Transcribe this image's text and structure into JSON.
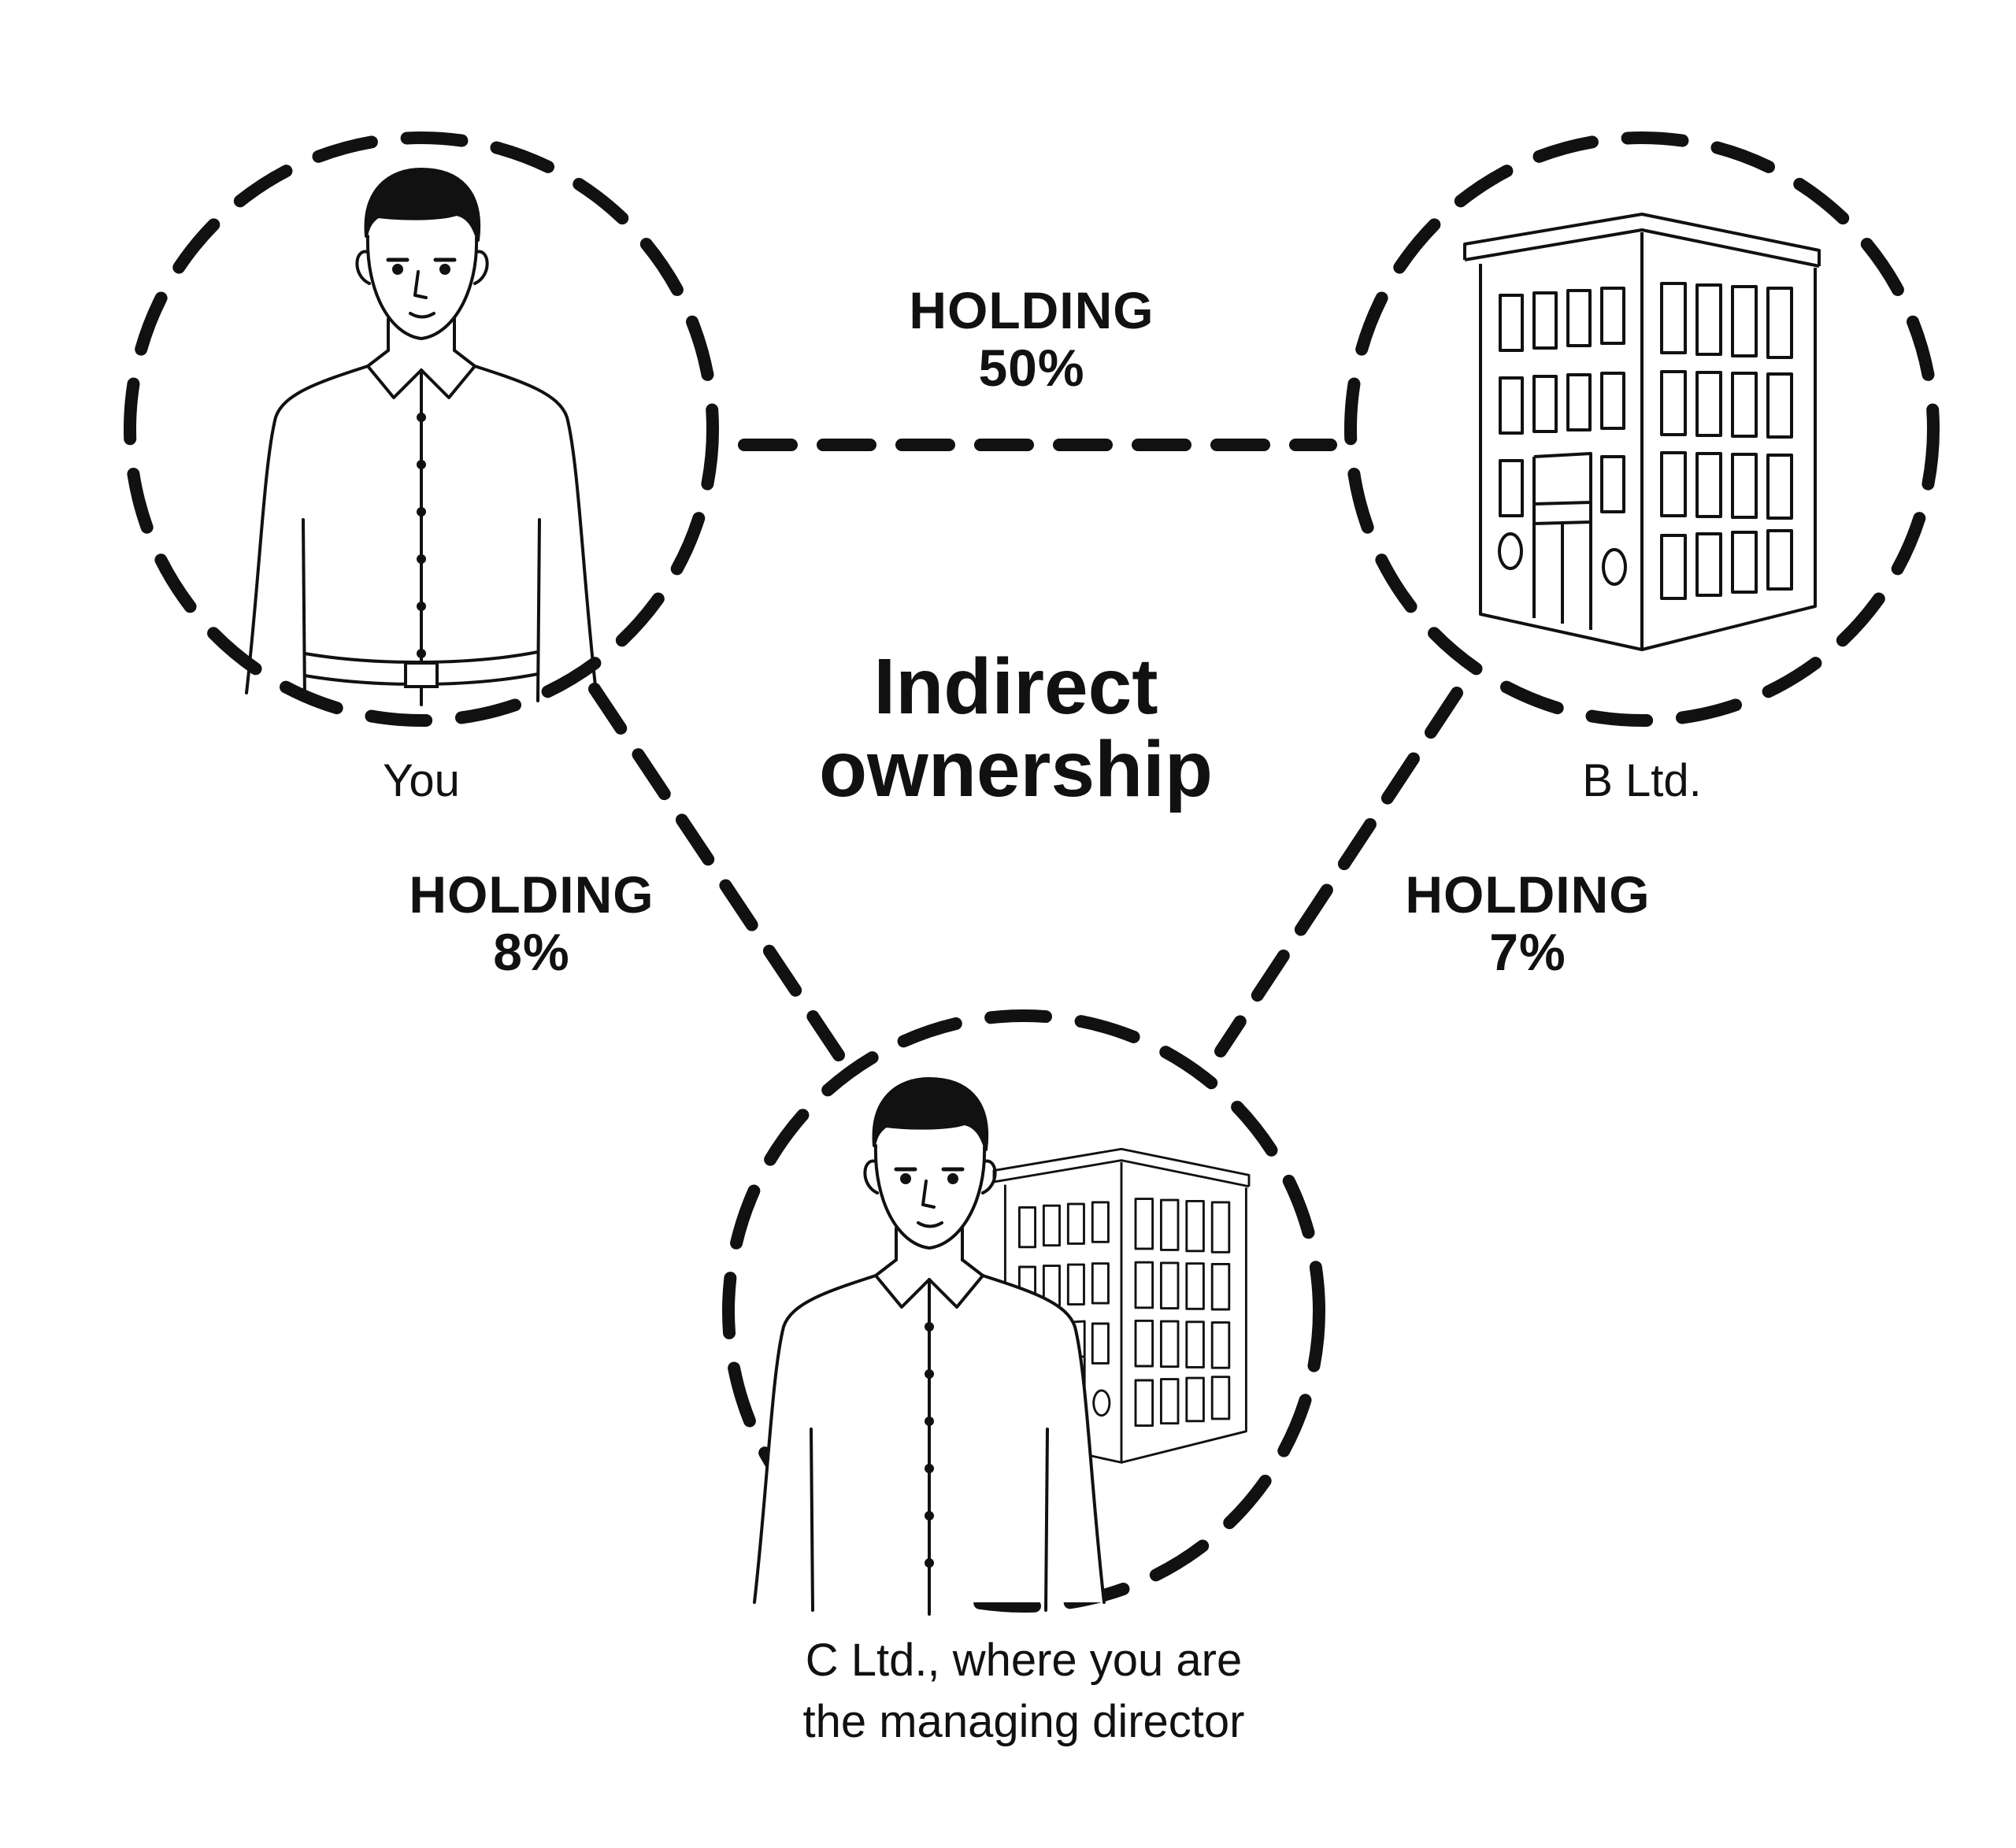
{
  "title": {
    "line1": "Indirect",
    "line2": "ownership"
  },
  "nodes": {
    "you": {
      "label": "You"
    },
    "b_ltd": {
      "label": "B Ltd."
    },
    "c_ltd": {
      "line1": "C Ltd., where you are",
      "line2": "the managing director"
    }
  },
  "edges": {
    "you_b": {
      "line1": "HOLDING",
      "line2": "50%",
      "value_percent": 50
    },
    "you_c": {
      "line1": "HOLDING",
      "line2": "8%",
      "value_percent": 8
    },
    "b_c": {
      "line1": "HOLDING",
      "line2": "7%",
      "value_percent": 7
    }
  },
  "colors": {
    "ink": "#111111",
    "background": "#ffffff"
  },
  "icons": {
    "you": "person-icon",
    "b_ltd": "office-building-icon",
    "c_ltd": "person-with-building-icon"
  }
}
